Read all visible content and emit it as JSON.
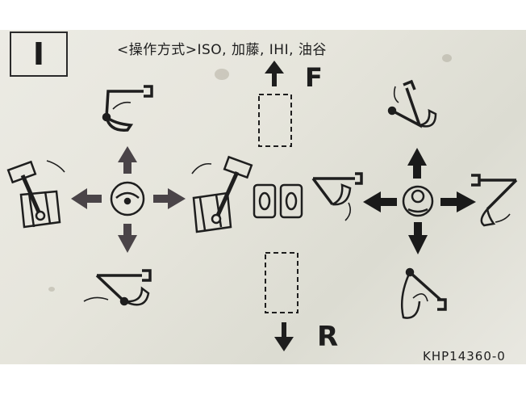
{
  "placard": {
    "mode_symbol": "I",
    "header": "<操作方式>ISO, 加藤, IHI, 油谷",
    "forward_label": "F",
    "reverse_label": "R",
    "part_number": "KHP14360-0"
  },
  "icons": {
    "left_lever": "lever-knob-icon",
    "right_lever": "lever-knob-icon",
    "boom": "boom-icon",
    "arm": "arm-icon",
    "bucket": "bucket-icon",
    "swing": "swing-icon",
    "travel": "track-icon"
  },
  "colors": {
    "plate": "#e8e7df",
    "ink": "#1e1e1e",
    "left_lever_arrows": "#4a4448",
    "right_lever_arrows": "#1a1a1a"
  }
}
